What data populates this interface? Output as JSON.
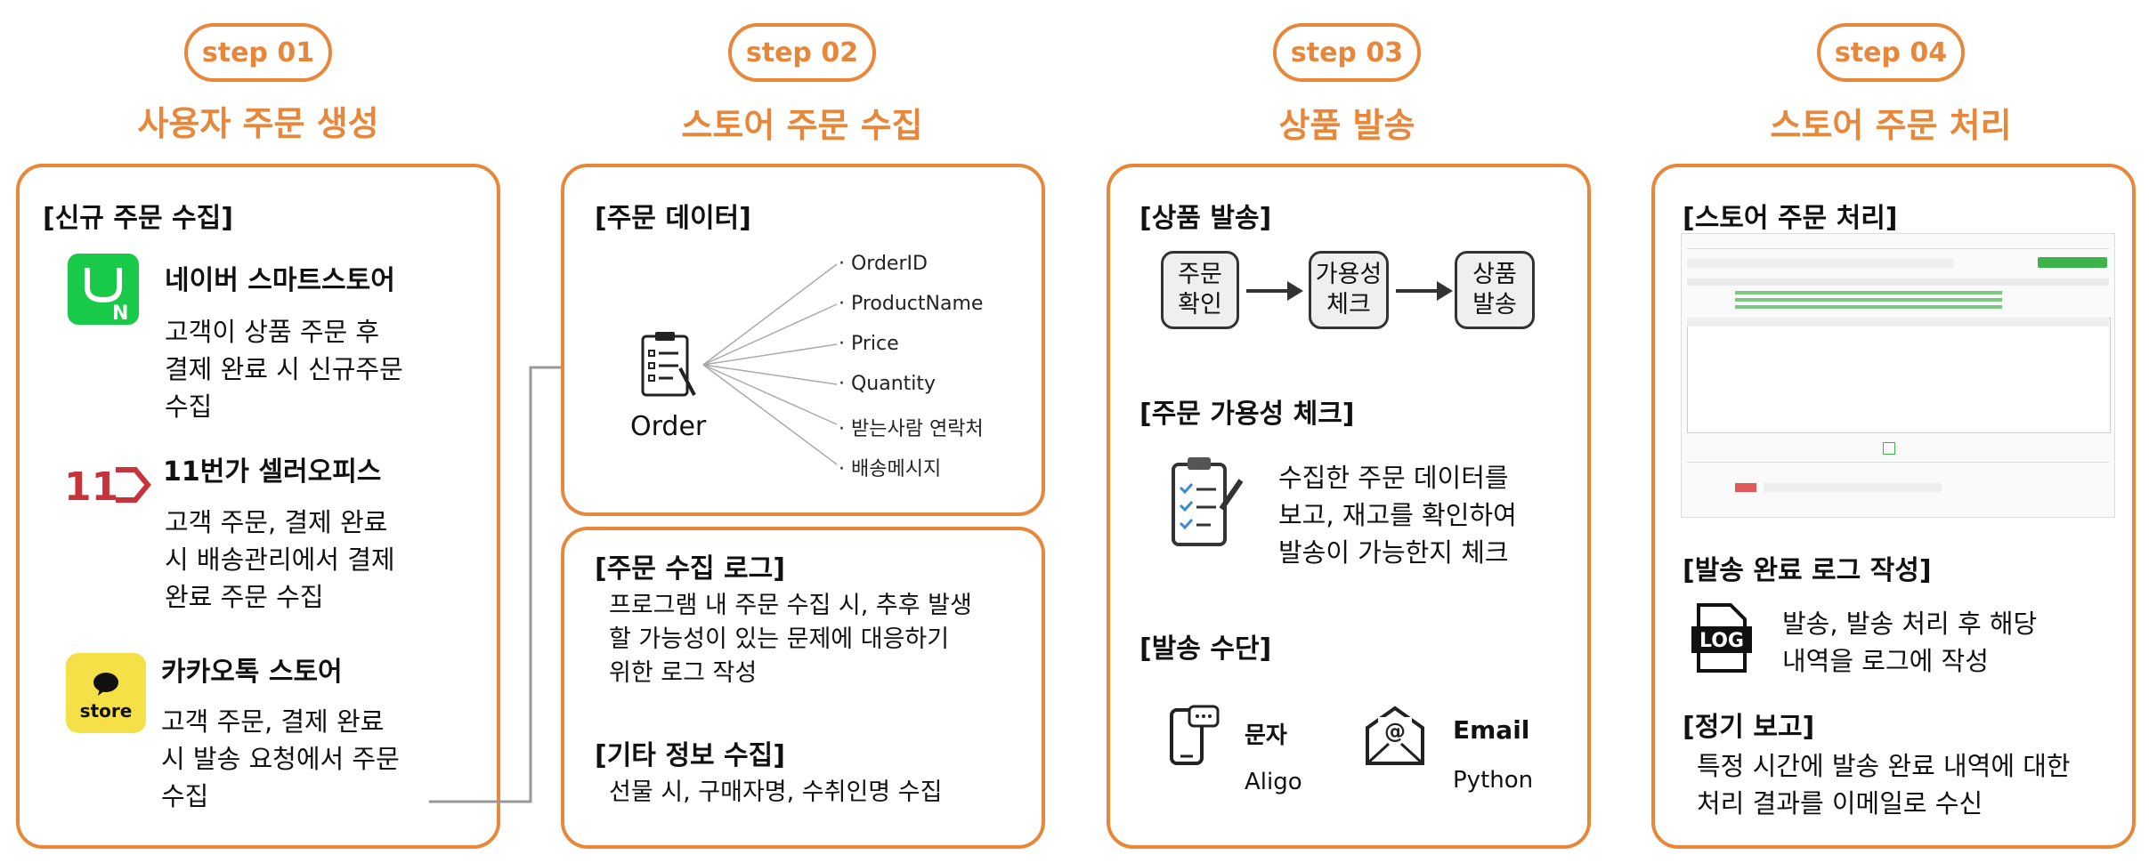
{
  "steps": [
    {
      "label": "step 01",
      "title": "사용자 주문 생성"
    },
    {
      "label": "step 02",
      "title": "스토어 주문 수집"
    },
    {
      "label": "step 03",
      "title": "상품 발송"
    },
    {
      "label": "step 04",
      "title": "스토어 주문 처리"
    }
  ],
  "panel1": {
    "heading": "[신규 주문 수집]",
    "naver": {
      "logo_text": "N",
      "name": "네이버 스마트스토어",
      "desc": [
        "고객이 상품 주문 후",
        "결제 완료 시 신규주문",
        "수집"
      ]
    },
    "eleven": {
      "logo_text": "11",
      "name": "11번가 셀러오피스",
      "desc": [
        "고객 주문, 결제 완료",
        "시 배송관리에서 결제",
        "완료 주문 수집"
      ]
    },
    "kakao": {
      "logo_text": "store",
      "name": "카카오톡 스토어",
      "desc": [
        "고객 주문, 결제 완료",
        "시 발송 요청에서 주문",
        "수집"
      ]
    }
  },
  "panel2": {
    "heading": "[주문 데이터]",
    "order_label": "Order",
    "fields": [
      "· OrderID",
      "· ProductName",
      "· Price",
      "· Quantity",
      "· 받는사람 연락처",
      "· 배송메시지"
    ]
  },
  "panel2b": {
    "log_heading": "[주문 수집 로그]",
    "log_desc": [
      "프로그램 내 주문 수집 시, 추후 발생",
      "할 가능성이 있는 문제에 대응하기",
      "위한 로그 작성"
    ],
    "etc_heading": "[기타 정보 수집]",
    "etc_desc": "선물 시, 구매자명, 수취인명 수집"
  },
  "panel3": {
    "heading": "[상품 발송]",
    "flow": [
      [
        "주문",
        "확인"
      ],
      [
        "가용성",
        "체크"
      ],
      [
        "상품",
        "발송"
      ]
    ],
    "check_heading": "[주문 가용성 체크]",
    "check_desc": [
      "수집한 주문 데이터를",
      "보고, 재고를 확인하여",
      "발송이 가능한지 체크"
    ],
    "means_heading": "[발송 수단]",
    "sms": {
      "label": "문자",
      "tool": "Aligo"
    },
    "email": {
      "label": "Email",
      "tool": "Python"
    }
  },
  "panel4": {
    "heading": "[스토어 주문 처리]",
    "log_heading": "[발송 완료 로그 작성]",
    "log_icon_text": "LOG",
    "log_desc": [
      "발송, 발송 처리 후 해당",
      "내역을 로그에 작성"
    ],
    "report_heading": "[정기 보고]",
    "report_desc": [
      "특정 시간에 발송 완료 내역에 대한",
      "처리 결과를 이메일로 수신"
    ]
  },
  "colors": {
    "accent": "#e8873a",
    "naver": "#19c948",
    "eleven": "#c8323b",
    "kakao": "#f5e048"
  },
  "icons": [
    "naver-logo",
    "eleven-logo",
    "kakao-store-logo",
    "order-clipboard-icon",
    "checklist-icon",
    "sms-phone-icon",
    "email-icon",
    "log-file-icon",
    "arrow-right-icon"
  ]
}
